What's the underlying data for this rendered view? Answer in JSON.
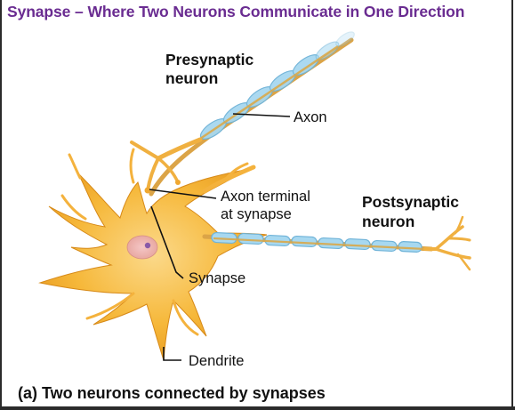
{
  "title": "Synapse – Where Two Neurons Communicate in One Direction",
  "labels": {
    "presynaptic_line1": "Presynaptic",
    "presynaptic_line2": "neuron",
    "axon": "Axon",
    "axon_terminal_line1": "Axon terminal",
    "axon_terminal_line2": "at synapse",
    "postsynaptic_line1": "Postsynaptic",
    "postsynaptic_line2": "neuron",
    "synapse": "Synapse",
    "dendrite": "Dendrite"
  },
  "caption": "(a) Two neurons connected by synapses",
  "colors": {
    "title": "#6a2c91",
    "cell_body": "#f6b83a",
    "myelin": "#9fd4ef",
    "axon_core": "#d9a84a"
  }
}
